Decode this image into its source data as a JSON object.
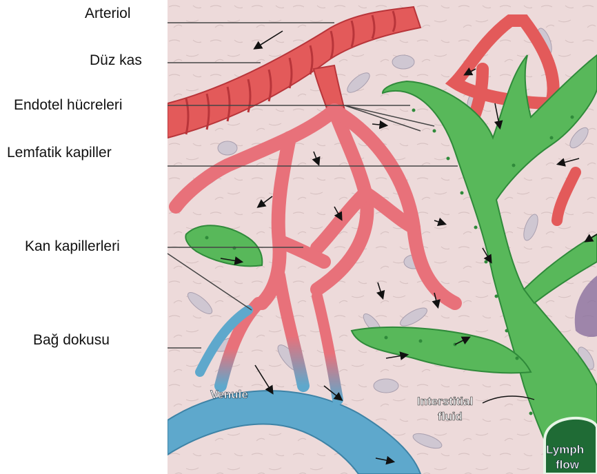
{
  "labels": {
    "arteriol": "Arteriol",
    "duz_kas": "Düz kas",
    "endotel": "Endotel hücreleri",
    "lemfatik": "Lemfatik kapiller",
    "kan_kapiller": "Kan kapillerleri",
    "bag_dokusu": "Bağ dokusu"
  },
  "illustration_text": {
    "venule": "Venule",
    "interstitial_1": "Interstitial",
    "interstitial_2": "fluid",
    "lymph_1": "Lymph",
    "lymph_2": "flow"
  },
  "colors": {
    "tissue": "#eddada",
    "artery": "#e35a5a",
    "artery_dark": "#b8353a",
    "capillary": "#ec7f86",
    "vein": "#5ea8cc",
    "lymph": "#58b85a",
    "lymph_dark": "#2f8a3a",
    "cell": "#cfc7d2",
    "leader": "#333333"
  }
}
